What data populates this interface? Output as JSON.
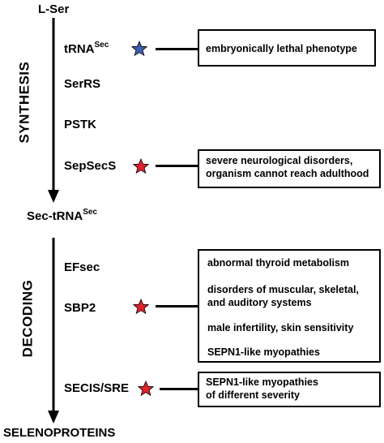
{
  "nodes": {
    "l_ser": "L-Ser",
    "trna_sec": {
      "main": "tRNA",
      "sup": "Sec"
    },
    "serrs": "SerRS",
    "pstk": "PSTK",
    "sepsecs": "SepSecS",
    "sec_trna_sec": {
      "main": "Sec-tRNA",
      "sup": "Sec"
    },
    "efsec": "EFsec",
    "sbp2": "SBP2",
    "secis_sre": "SECIS/SRE",
    "selenoproteins": "SELENOPROTEINS"
  },
  "sections": {
    "synthesis": "SYNTHESIS",
    "decoding": "DECODING"
  },
  "phenotypes": {
    "trna_sec": [
      "embryonically lethal phenotype"
    ],
    "sepsecs": [
      "severe neurological disorders,",
      "organism cannot reach adulthood"
    ],
    "sbp2": [
      "abnormal thyroid metabolism",
      "disorders of muscular, skeletal,",
      "and auditory systems",
      "male infertility, skin sensitivity",
      "SEPN1-like myopathies"
    ],
    "secis_sre": [
      "SEPN1-like myopathies",
      "of different severity"
    ]
  },
  "colors": {
    "star_blue": "#3a5fae",
    "star_red": "#e0212e"
  }
}
